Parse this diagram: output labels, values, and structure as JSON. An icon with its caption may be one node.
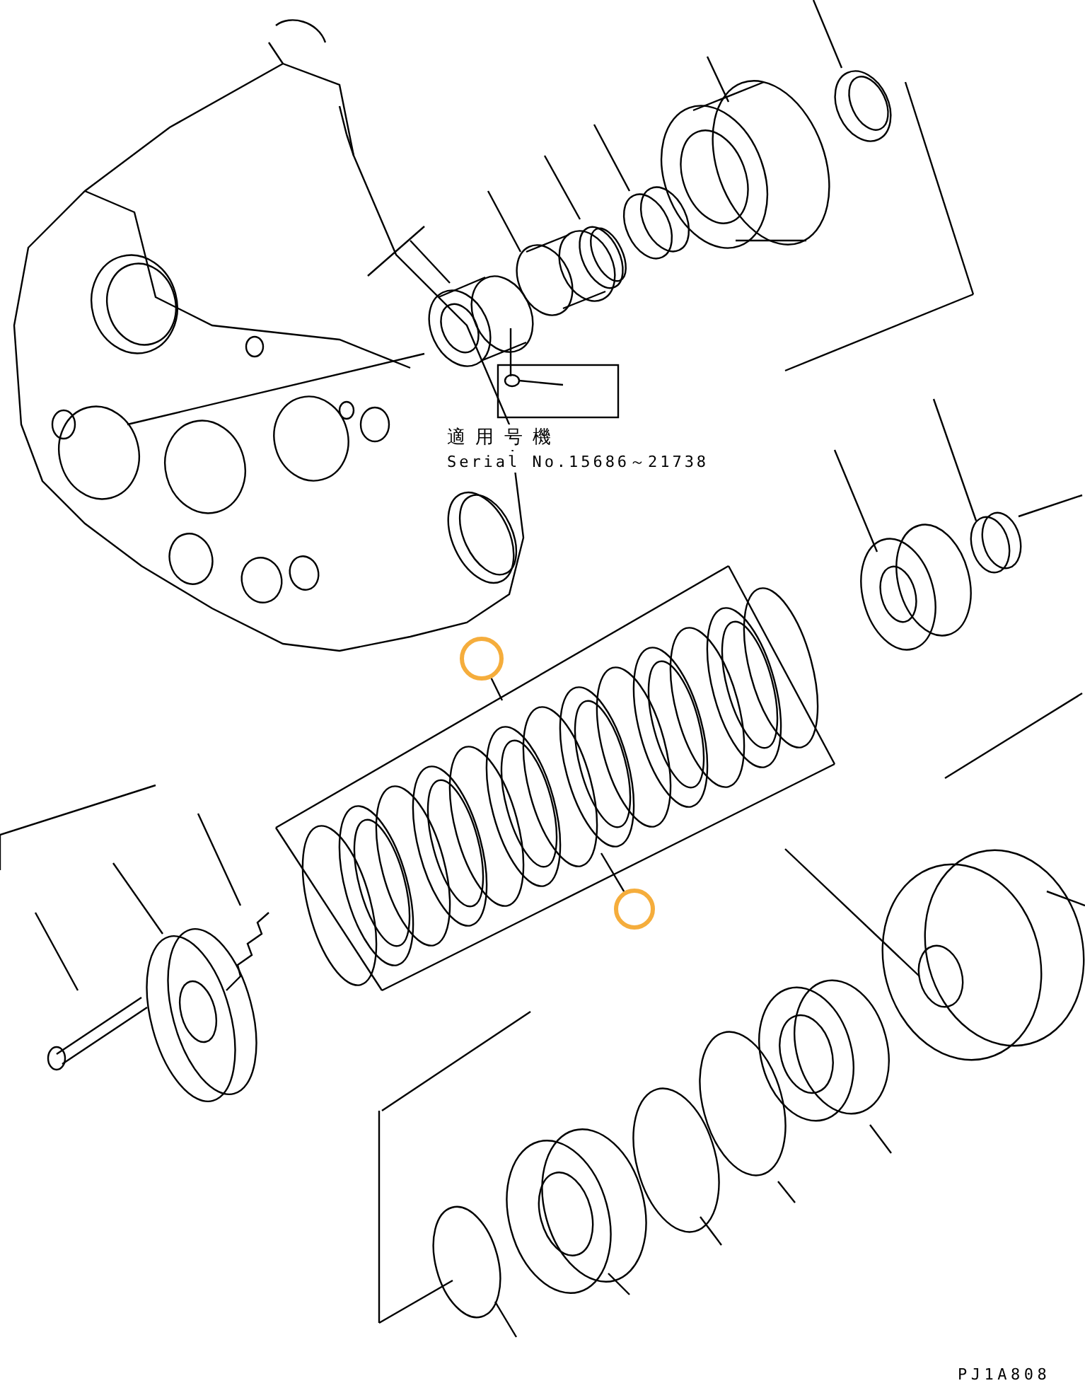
{
  "diagram": {
    "nodes": [
      {
        "text": [],
        "shape": "circle"
      },
      {
        "text": [],
        "shape": "circle"
      }
    ],
    "edges": [
      {
        "from": 0,
        "to": null,
        "arrow": "none"
      },
      {
        "from": 1,
        "to": null,
        "arrow": "none"
      }
    ],
    "labels": [
      "適用号機",
      "Serial No.15686～21738",
      "PJ1A808"
    ]
  }
}
